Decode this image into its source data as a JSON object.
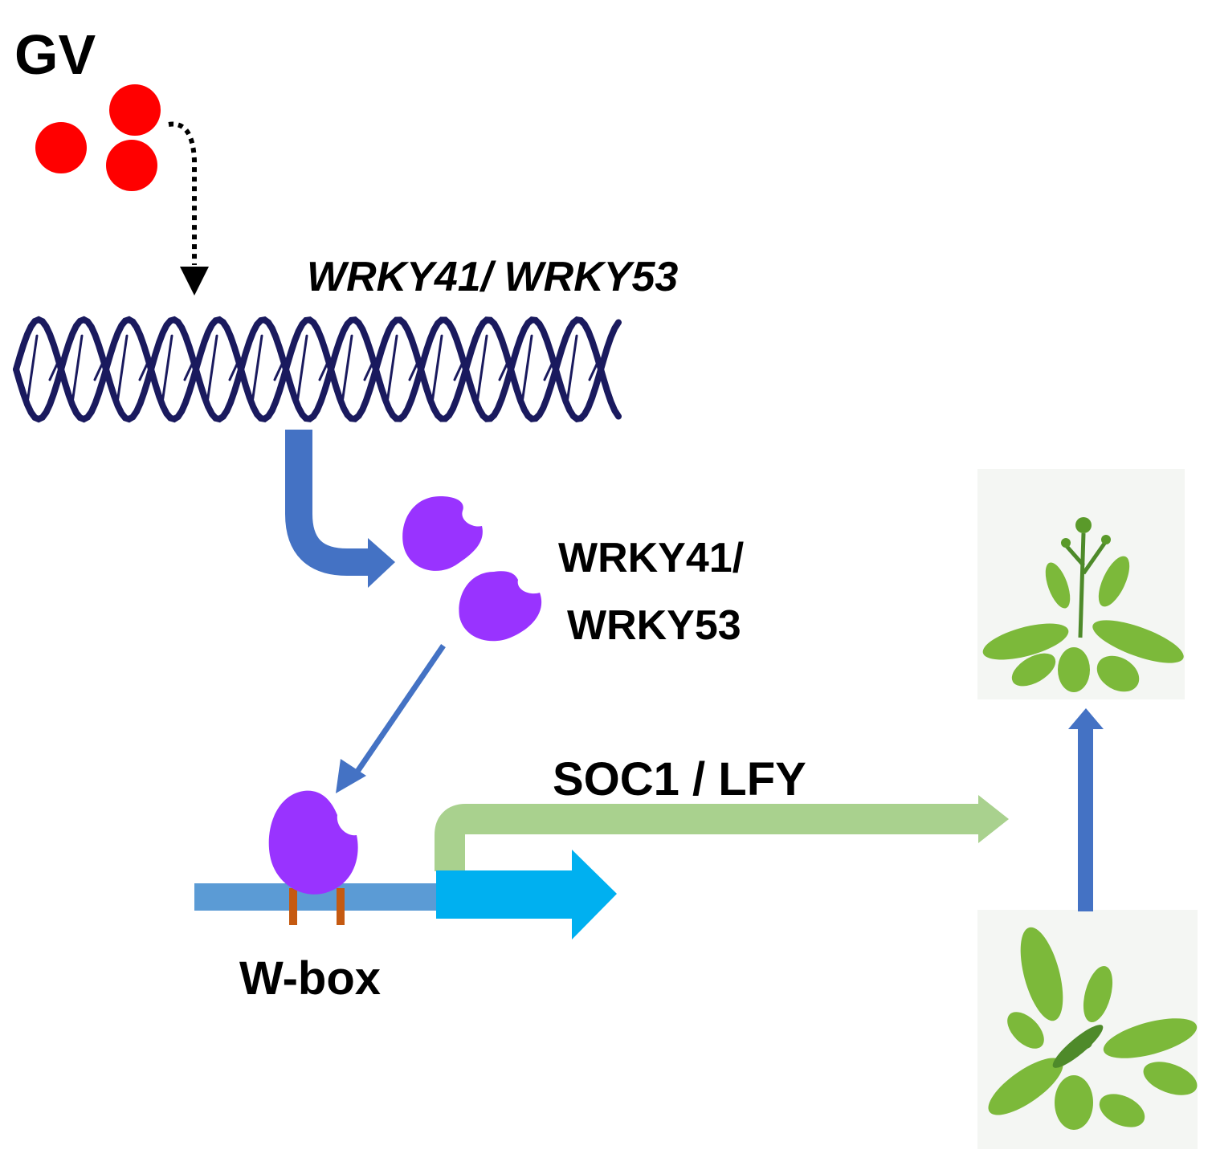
{
  "labels": {
    "gv": "GV",
    "gene_name": "WRKY41/ WRKY53",
    "protein_line1": "WRKY41/",
    "protein_line2": "WRKY53",
    "target_genes": "SOC1 /  LFY",
    "wbox": "W-box"
  },
  "colors": {
    "gv_molecule": "#ff0000",
    "dna_strand": "#1a1a5e",
    "protein": "#9933ff",
    "arrow_blue": "#4472c4",
    "promoter": "#5b9bd5",
    "gene_arrow": "#00b0f0",
    "transcript_arrow": "#a9d18e",
    "wbox_pins": "#c55a11"
  },
  "icons": {
    "plant_vegetative": "rosette-plant-icon",
    "plant_flowering": "flowering-plant-icon"
  }
}
